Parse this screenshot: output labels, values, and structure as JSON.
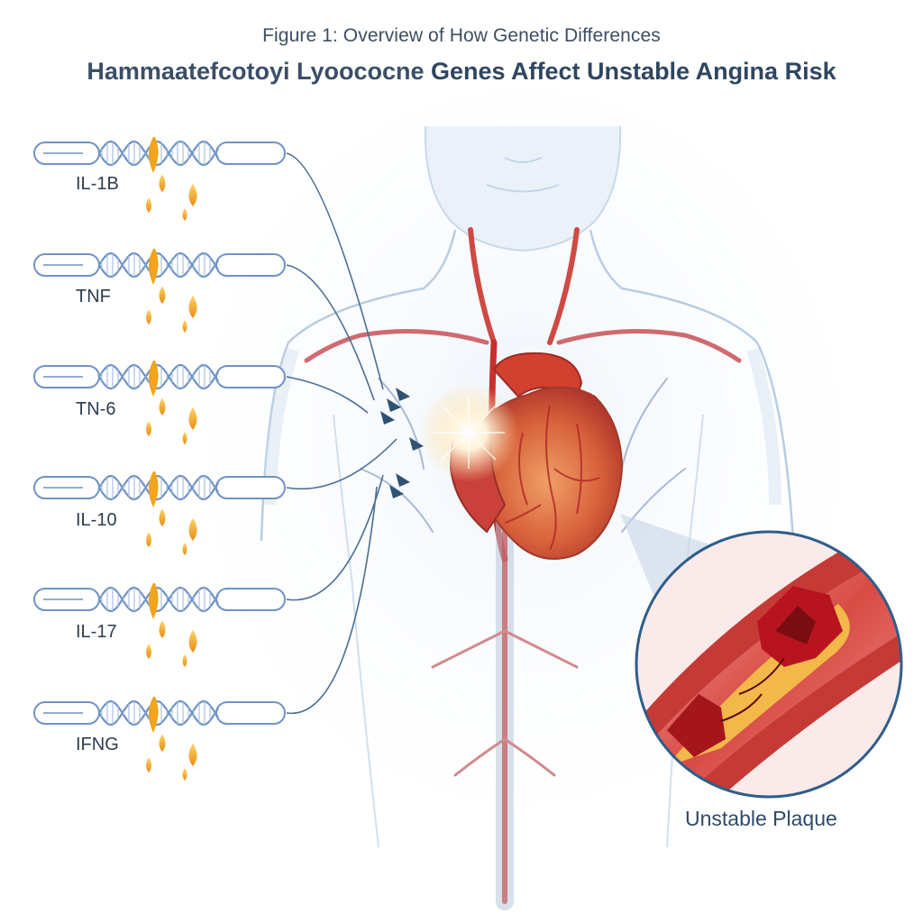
{
  "header": {
    "title_line1": "Figure 1: Overview of How Genetic Differences",
    "title_line2_garbled": "Hammaatefcotoyi Lyoococne",
    "title_line2_rest": " Genes Affect Unstable Angina Risk"
  },
  "genes": [
    {
      "label": "IL-1B"
    },
    {
      "label": "TNF"
    },
    {
      "label": "TN-6"
    },
    {
      "label": "IL-10"
    },
    {
      "label": "IL-17"
    },
    {
      "label": "IFNG"
    }
  ],
  "inset": {
    "label": "Unstable Plaque"
  },
  "colors": {
    "dna": "#6f93c4",
    "snp": "#f2a41e",
    "artery_red": "#c9302c",
    "heart": "#d7603a",
    "body_outline": "#b9cde2",
    "title": "#2f4660"
  }
}
